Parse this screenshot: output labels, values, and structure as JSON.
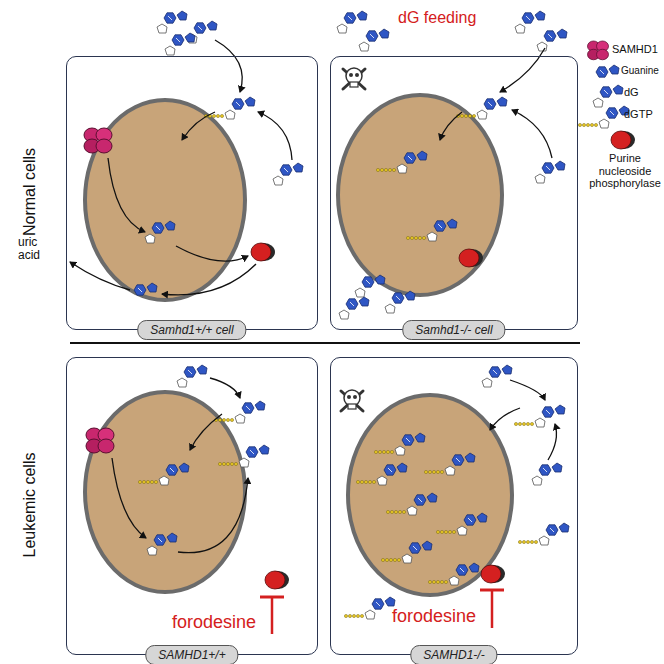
{
  "diagram": {
    "nodes": [
      {
        "text": [
          "Samhd1+/+ cell"
        ]
      },
      {
        "text": [
          "Samhd1-/- cell"
        ]
      },
      {
        "text": [
          "SAMHD1+/+"
        ]
      },
      {
        "text": [
          "SAMHD1-/-"
        ]
      }
    ],
    "labels": [
      "dG feeding",
      "Normal cells",
      "Leukemic cells",
      "uric acid",
      "forodesine",
      "forodesine"
    ],
    "legend": [
      {
        "text": "SAMHD1"
      },
      {
        "text": "Guanine"
      },
      {
        "text": "dG"
      },
      {
        "text": "dGTP"
      },
      {
        "text": "Purine nucleoside phosphorylase"
      }
    ]
  }
}
